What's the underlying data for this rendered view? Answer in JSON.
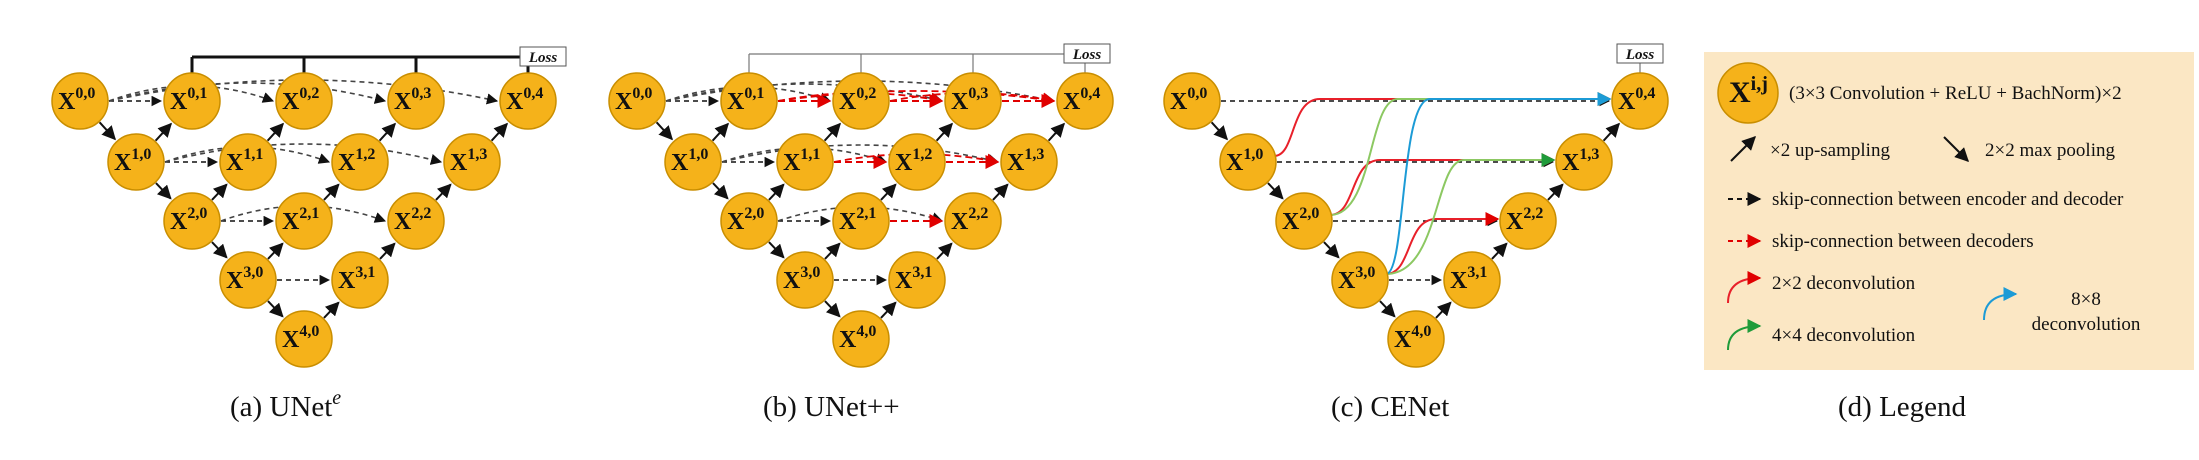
{
  "captions": {
    "a_prefix": "(a)  UNet",
    "a_sup": "e",
    "b": "(b)  UNet++",
    "c": "(c)  CENet",
    "d": "(d)  Legend"
  },
  "loss_label": "Loss",
  "node_letter": "X",
  "legend": {
    "node_sup": "i,j",
    "conv": "(3×3 Convolution + ReLU + BachNorm)×2",
    "upsampling": "×2 up-sampling",
    "maxpool": "2×2 max pooling",
    "skip_enc_dec": "skip-connection between encoder and decoder",
    "skip_dec": "skip-connection between decoders",
    "deconv2": "2×2 deconvolution",
    "deconv4": "4×4 deconvolution",
    "deconv8_line1": "8×8",
    "deconv8_line2": "deconvolution"
  },
  "colors": {
    "node_fill": "#f5b21a",
    "legend_bg": "#fbe7c4",
    "skip_dec": "#e00000",
    "deconv2": "#e8202a",
    "deconv4": "#1f9b3a",
    "deconv8": "#1c9bd6",
    "deconv4_light": "#8cc862"
  },
  "diagrams": {
    "unet_e": {
      "nodes": [
        {
          "i": 0,
          "j": 0,
          "sup": "0,0"
        },
        {
          "i": 0,
          "j": 1,
          "sup": "0,1"
        },
        {
          "i": 0,
          "j": 2,
          "sup": "0,2"
        },
        {
          "i": 0,
          "j": 3,
          "sup": "0,3"
        },
        {
          "i": 0,
          "j": 4,
          "sup": "0,4"
        },
        {
          "i": 1,
          "j": 0,
          "sup": "1,0"
        },
        {
          "i": 1,
          "j": 1,
          "sup": "1,1"
        },
        {
          "i": 1,
          "j": 2,
          "sup": "1,2"
        },
        {
          "i": 1,
          "j": 3,
          "sup": "1,3"
        },
        {
          "i": 2,
          "j": 0,
          "sup": "2,0"
        },
        {
          "i": 2,
          "j": 1,
          "sup": "2,1"
        },
        {
          "i": 2,
          "j": 2,
          "sup": "2,2"
        },
        {
          "i": 3,
          "j": 0,
          "sup": "3,0"
        },
        {
          "i": 3,
          "j": 1,
          "sup": "3,1"
        },
        {
          "i": 4,
          "j": 0,
          "sup": "4,0"
        }
      ]
    },
    "unet_pp": {
      "nodes": [
        {
          "i": 0,
          "j": 0,
          "sup": "0,0"
        },
        {
          "i": 0,
          "j": 1,
          "sup": "0,1"
        },
        {
          "i": 0,
          "j": 2,
          "sup": "0,2"
        },
        {
          "i": 0,
          "j": 3,
          "sup": "0,3"
        },
        {
          "i": 0,
          "j": 4,
          "sup": "0,4"
        },
        {
          "i": 1,
          "j": 0,
          "sup": "1,0"
        },
        {
          "i": 1,
          "j": 1,
          "sup": "1,1"
        },
        {
          "i": 1,
          "j": 2,
          "sup": "1,2"
        },
        {
          "i": 1,
          "j": 3,
          "sup": "1,3"
        },
        {
          "i": 2,
          "j": 0,
          "sup": "2,0"
        },
        {
          "i": 2,
          "j": 1,
          "sup": "2,1"
        },
        {
          "i": 2,
          "j": 2,
          "sup": "2,2"
        },
        {
          "i": 3,
          "j": 0,
          "sup": "3,0"
        },
        {
          "i": 3,
          "j": 1,
          "sup": "3,1"
        },
        {
          "i": 4,
          "j": 0,
          "sup": "4,0"
        }
      ]
    },
    "cenet": {
      "nodes": [
        {
          "i": 0,
          "j": 0,
          "sup": "0,0"
        },
        {
          "i": 0,
          "j": 4,
          "sup": "0,4"
        },
        {
          "i": 1,
          "j": 0,
          "sup": "1,0"
        },
        {
          "i": 1,
          "j": 3,
          "sup": "1,3"
        },
        {
          "i": 2,
          "j": 0,
          "sup": "2,0"
        },
        {
          "i": 2,
          "j": 2,
          "sup": "2,2"
        },
        {
          "i": 3,
          "j": 0,
          "sup": "3,0"
        },
        {
          "i": 3,
          "j": 1,
          "sup": "3,1"
        },
        {
          "i": 4,
          "j": 0,
          "sup": "4,0"
        }
      ]
    }
  }
}
